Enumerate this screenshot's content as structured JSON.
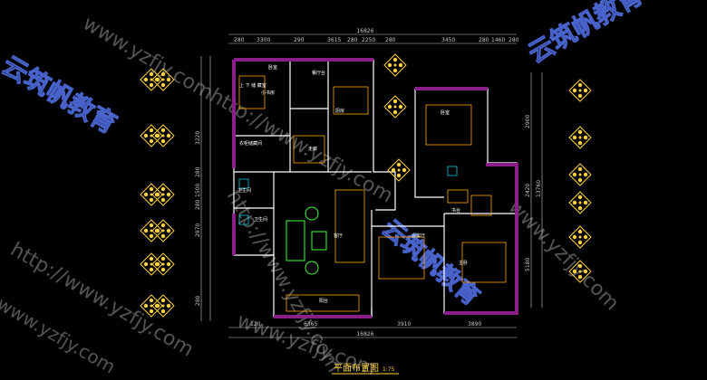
{
  "drawing": {
    "title": "平面布置图",
    "scale": "1:75"
  },
  "dimensions": {
    "top_total": "16826",
    "top_segments": [
      "280",
      "3300",
      "290",
      "3615",
      "280",
      "2250",
      "280",
      "3450",
      "280",
      "1460",
      "280"
    ],
    "bottom_total": "16826",
    "bottom_segments": [
      "120",
      "6365",
      "3910",
      "3890"
    ],
    "left_segments": [
      "3220",
      "280",
      "1500",
      "280",
      "2970",
      "280"
    ],
    "right_segments": [
      "2900",
      "2420",
      "13760",
      "5180"
    ]
  },
  "rooms": [
    {
      "name": "主卧",
      "label": "上 下 储 藏室"
    },
    {
      "name": "小书房",
      "label": "小书房"
    },
    {
      "name": "卧室",
      "label": "卧室"
    },
    {
      "name": "衣柜储藏间",
      "label": "衣柜储藏间"
    },
    {
      "name": "餐厅",
      "label": "餐厅台"
    },
    {
      "name": "厨房",
      "label": "厨房"
    },
    {
      "name": "客卧",
      "label": "卧室"
    },
    {
      "name": "卫生间1",
      "label": "卫生间"
    },
    {
      "name": "卫生间2",
      "label": "卫生间"
    },
    {
      "name": "客厅",
      "label": "客厅"
    },
    {
      "name": "会客厅",
      "label": "会客厅"
    },
    {
      "name": "阳台",
      "label": "阳台"
    },
    {
      "name": "主卧2",
      "label": "主卧"
    },
    {
      "name": "书台",
      "label": "书台"
    },
    {
      "name": "走廊",
      "label": "走廊"
    }
  ],
  "watermarks": {
    "url": "www.yzfjy.com",
    "url_http": "http://www.yzfjy.com",
    "brand": "云筑帆教育",
    "brand_short": "yzfjy"
  },
  "colors": {
    "wall": "#ffffff",
    "wall_fill": "#8a1f8a",
    "furniture": "#ffa600",
    "sofa": "#3fff3f",
    "fixture": "#00e0ff",
    "dimension": "#c8c8c8",
    "symbol": "#ffd23f",
    "watermark_blue": "#5a7cff"
  }
}
